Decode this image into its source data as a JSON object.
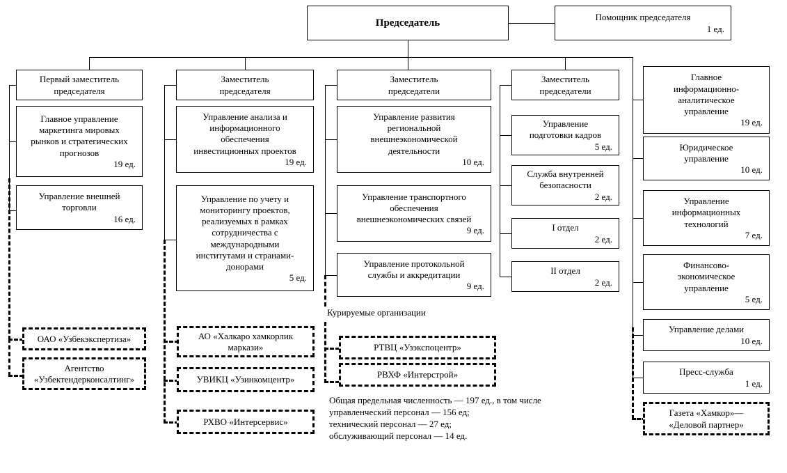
{
  "document": {
    "kind": "organizational-chart",
    "language": "ru"
  },
  "top": {
    "chairman": {
      "title": "Председатель",
      "units": ""
    },
    "assistant": {
      "title": "Помощник председателя",
      "units": "1 ед."
    }
  },
  "columns": [
    {
      "id": "col-1",
      "head": {
        "title": "Первый заместитель\nпредседателя",
        "units": ""
      },
      "units_list": [
        {
          "title": "Главное управление\nмаркетинга мировых\nрынков и стратегических\nпрогнозов",
          "units": "19 ед."
        },
        {
          "title": "Управление  внешней\nторговли",
          "units": "16 ед."
        }
      ],
      "supervised": [
        {
          "title": "ОАО «Узбекэкспертиза»",
          "units": ""
        },
        {
          "title": "Агентство\n«Узбектендерконсалтинг»",
          "units": ""
        }
      ]
    },
    {
      "id": "col-2",
      "head": {
        "title": "Заместитель\nпредседателя",
        "units": ""
      },
      "units_list": [
        {
          "title": "Управление анализа и\nинформационного\nобеспечения\nинвестиционных проектов",
          "units": "19 ед."
        },
        {
          "title": "Управление по учету и\nмониторингу проектов,\nреализуемых в рамках\nсотрудничества с\nмеждународными\nинститутами и странами-\nдонорами",
          "units": "5 ед."
        }
      ],
      "supervised": [
        {
          "title": "АО «Халкаро хамкорлик\nмаркази»",
          "units": ""
        },
        {
          "title": "УВИКЦ «Узинкомцентр»",
          "units": ""
        },
        {
          "title": "РХВО «Интерсервис»",
          "units": ""
        }
      ]
    },
    {
      "id": "col-3",
      "head": {
        "title": "Заместитель\nпредседатели",
        "units": ""
      },
      "units_list": [
        {
          "title": "Управление развития\nрегиональной\nвнешнеэкономической\nдеятельности",
          "units": "10 ед."
        },
        {
          "title": "Управление транспортного\nобеспечения\nвнешнеэкономических связей",
          "units": "9 ед."
        },
        {
          "title": "Управление протокольной\nслужбы и аккредитации",
          "units": "9 ед."
        }
      ],
      "supervised": [
        {
          "title": "РТВЦ «Узэкспоцентр»",
          "units": ""
        },
        {
          "title": "РВХФ «Интерстрой»",
          "units": ""
        }
      ]
    },
    {
      "id": "col-4",
      "head": {
        "title": "Заместитель\nпредседатели",
        "units": ""
      },
      "units_list": [
        {
          "title": "Управление\nподготовки кадров",
          "units": "5 ед."
        },
        {
          "title": "Служба внутренней\nбезопасности",
          "units": "2 ед."
        },
        {
          "title": "I отдел",
          "units": "2 ед."
        },
        {
          "title": "II отдел",
          "units": "2 ед."
        }
      ],
      "supervised": []
    },
    {
      "id": "col-5",
      "head": null,
      "units_list": [
        {
          "title": "Главное\nинформационно-\nаналитическое\nуправление",
          "units": "19 ед."
        },
        {
          "title": "Юридическое\nуправление",
          "units": "10 ед."
        },
        {
          "title": "Управление\nинформационных\nтехнологий",
          "units": "7 ед."
        },
        {
          "title": "Финансово-\nэкономическое\nуправление",
          "units": "5 ед."
        },
        {
          "title": "Управление делами",
          "units": "10 ед."
        },
        {
          "title": "Пресс-служба",
          "units": "1 ед."
        }
      ],
      "supervised": [
        {
          "title": "Газета  «Хамкор»—\n«Деловой партнер»",
          "units": ""
        }
      ]
    }
  ],
  "labels": {
    "supervised_organizations": "Курируемые организации"
  },
  "summary": {
    "text": "Общая предельная численность — 197 ед.,  в том числе\nуправленческий персонал — 156 ед;\nтехнический персонал — 27 ед;\nобслуживающий персонал — 14 ед."
  },
  "style": {
    "line_color": "#000000",
    "box_fill": "#ffffff",
    "text_color": "#000000"
  }
}
